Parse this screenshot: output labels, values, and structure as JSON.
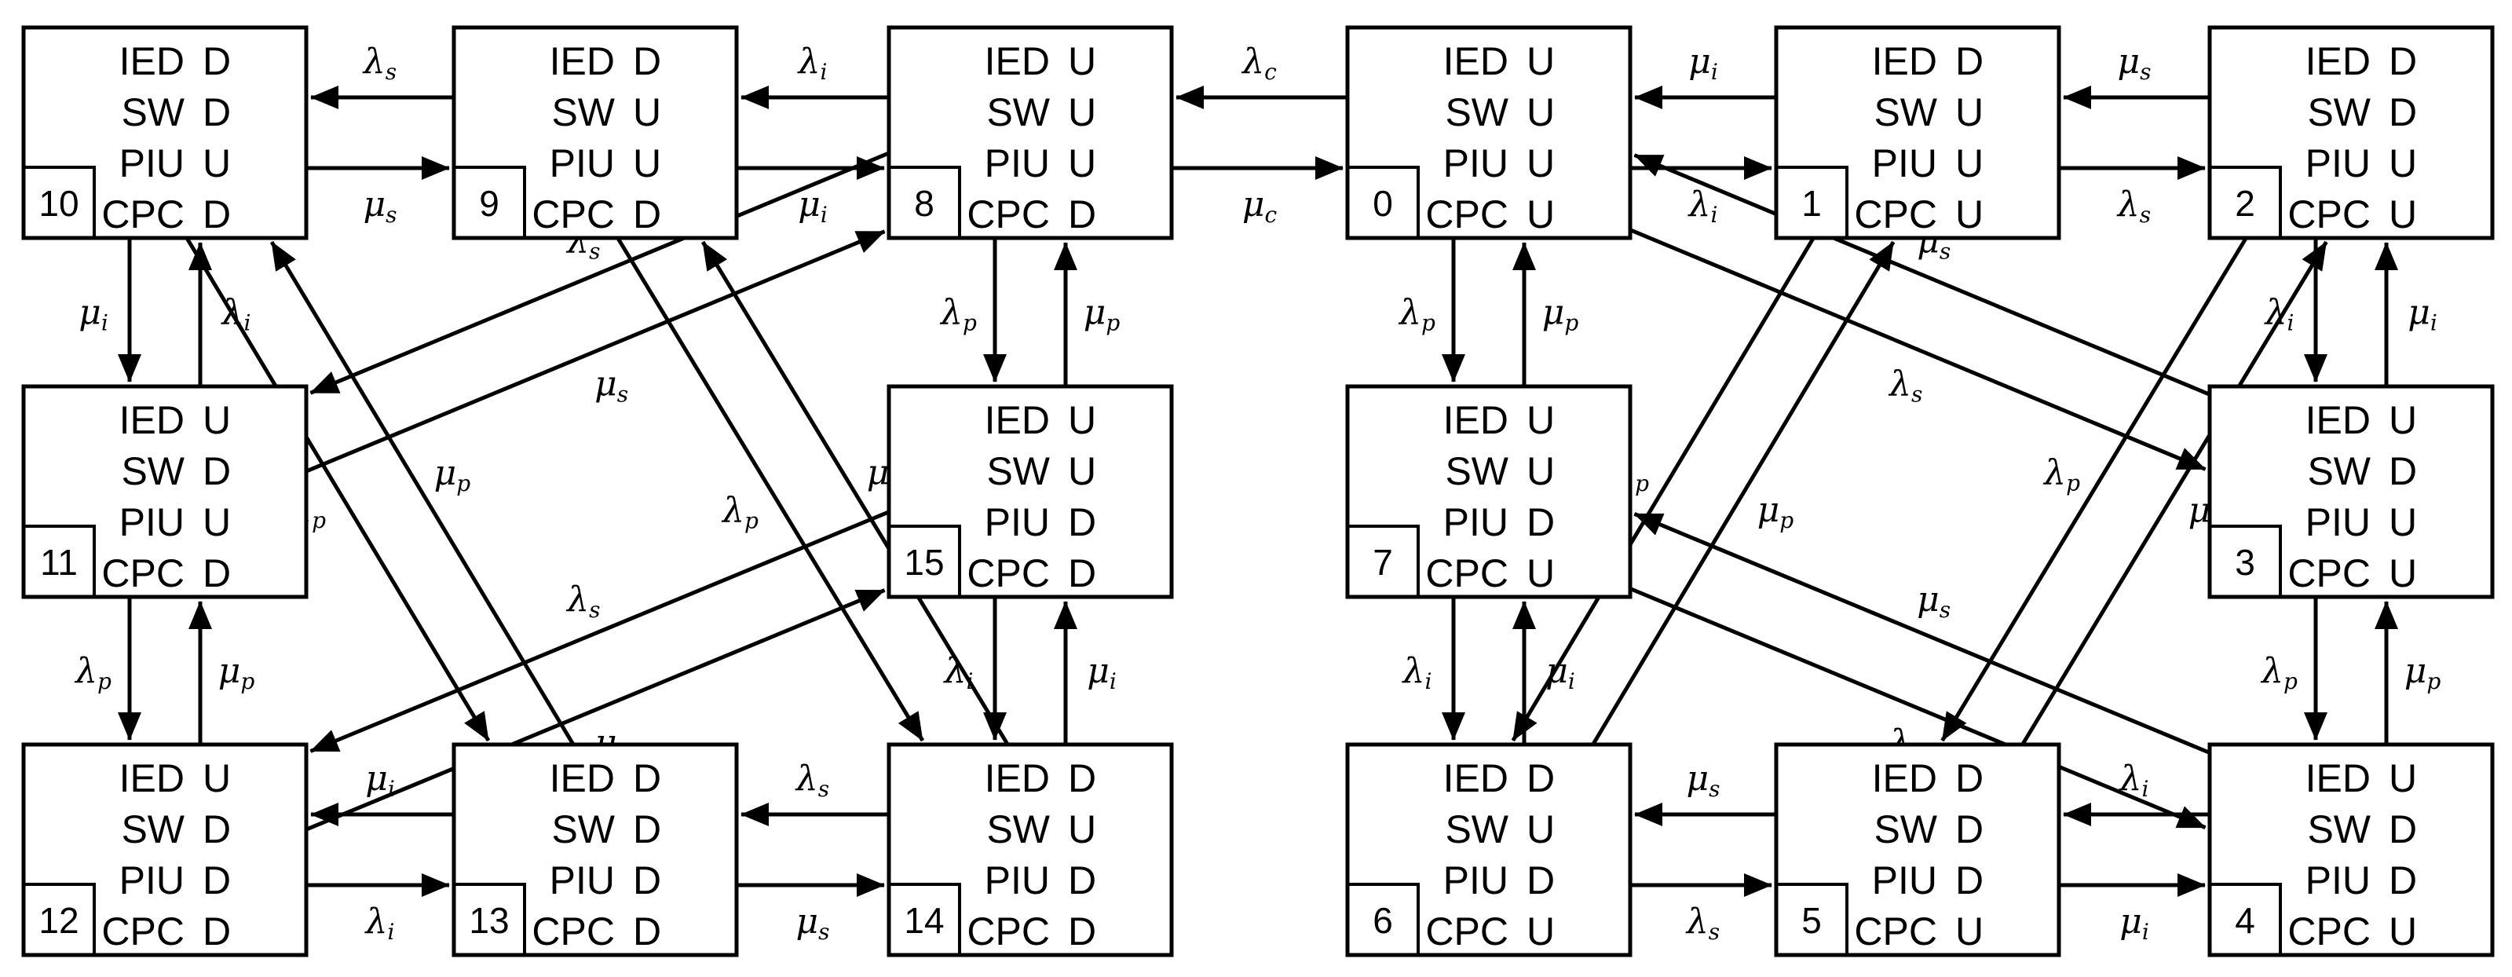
{
  "components": [
    "IED",
    "SW",
    "PIU",
    "CPC"
  ],
  "states": [
    {
      "id": "10",
      "status": [
        "D",
        "D",
        "U",
        "D"
      ]
    },
    {
      "id": "9",
      "status": [
        "D",
        "U",
        "U",
        "D"
      ]
    },
    {
      "id": "8",
      "status": [
        "U",
        "U",
        "U",
        "D"
      ]
    },
    {
      "id": "0",
      "status": [
        "U",
        "U",
        "U",
        "U"
      ]
    },
    {
      "id": "1",
      "status": [
        "D",
        "U",
        "U",
        "U"
      ]
    },
    {
      "id": "2",
      "status": [
        "D",
        "D",
        "U",
        "U"
      ]
    },
    {
      "id": "11",
      "status": [
        "U",
        "D",
        "U",
        "D"
      ]
    },
    {
      "id": "15",
      "status": [
        "U",
        "U",
        "D",
        "D"
      ]
    },
    {
      "id": "7",
      "status": [
        "U",
        "U",
        "D",
        "U"
      ]
    },
    {
      "id": "3",
      "status": [
        "U",
        "D",
        "U",
        "U"
      ]
    },
    {
      "id": "12",
      "status": [
        "U",
        "D",
        "D",
        "D"
      ]
    },
    {
      "id": "13",
      "status": [
        "D",
        "D",
        "D",
        "D"
      ]
    },
    {
      "id": "14",
      "status": [
        "D",
        "U",
        "D",
        "D"
      ]
    },
    {
      "id": "6",
      "status": [
        "D",
        "U",
        "D",
        "U"
      ]
    },
    {
      "id": "5",
      "status": [
        "D",
        "D",
        "D",
        "U"
      ]
    },
    {
      "id": "4",
      "status": [
        "U",
        "D",
        "D",
        "U"
      ]
    }
  ],
  "rates": {
    "lambda_s": "s",
    "mu_s": "s",
    "lambda_i": "i",
    "mu_i": "i",
    "lambda_p": "p",
    "mu_p": "p",
    "lambda_c": "c",
    "mu_c": "c"
  },
  "transitions": [
    {
      "from": "9",
      "to": "10",
      "label": "lambda_s"
    },
    {
      "from": "10",
      "to": "9",
      "label": "mu_s"
    },
    {
      "from": "8",
      "to": "9",
      "label": "lambda_i"
    },
    {
      "from": "9",
      "to": "8",
      "label": "mu_i"
    },
    {
      "from": "0",
      "to": "8",
      "label": "lambda_c"
    },
    {
      "from": "8",
      "to": "0",
      "label": "mu_c"
    },
    {
      "from": "0",
      "to": "1",
      "label": "lambda_i"
    },
    {
      "from": "1",
      "to": "0",
      "label": "mu_i"
    },
    {
      "from": "1",
      "to": "2",
      "label": "lambda_s"
    },
    {
      "from": "2",
      "to": "1",
      "label": "mu_s"
    },
    {
      "from": "11",
      "to": "10",
      "label": "lambda_i"
    },
    {
      "from": "10",
      "to": "11",
      "label": "mu_i"
    },
    {
      "from": "8",
      "to": "11",
      "label": "lambda_s"
    },
    {
      "from": "11",
      "to": "8",
      "label": "mu_s"
    },
    {
      "from": "8",
      "to": "15",
      "label": "lambda_p"
    },
    {
      "from": "15",
      "to": "8",
      "label": "mu_p"
    },
    {
      "from": "0",
      "to": "7",
      "label": "lambda_p"
    },
    {
      "from": "7",
      "to": "0",
      "label": "mu_p"
    },
    {
      "from": "0",
      "to": "3",
      "label": "lambda_s"
    },
    {
      "from": "3",
      "to": "0",
      "label": "mu_s"
    },
    {
      "from": "2",
      "to": "3",
      "label": "lambda_i"
    },
    {
      "from": "3",
      "to": "2",
      "label": "mu_i"
    },
    {
      "from": "11",
      "to": "12",
      "label": "lambda_p"
    },
    {
      "from": "12",
      "to": "11",
      "label": "mu_p"
    },
    {
      "from": "15",
      "to": "12",
      "label": "lambda_s"
    },
    {
      "from": "12",
      "to": "15",
      "label": "mu_s"
    },
    {
      "from": "15",
      "to": "14",
      "label": "lambda_i"
    },
    {
      "from": "14",
      "to": "15",
      "label": "mu_i"
    },
    {
      "from": "7",
      "to": "6",
      "label": "lambda_i"
    },
    {
      "from": "6",
      "to": "7",
      "label": "mu_i"
    },
    {
      "from": "7",
      "to": "4",
      "label": "lambda_s"
    },
    {
      "from": "4",
      "to": "7",
      "label": "mu_s"
    },
    {
      "from": "3",
      "to": "4",
      "label": "lambda_p"
    },
    {
      "from": "4",
      "to": "3",
      "label": "mu_p"
    },
    {
      "from": "12",
      "to": "13",
      "label": "lambda_i"
    },
    {
      "from": "13",
      "to": "12",
      "label": "mu_i"
    },
    {
      "from": "14",
      "to": "13",
      "label": "lambda_s"
    },
    {
      "from": "13",
      "to": "14",
      "label": "mu_s"
    },
    {
      "from": "6",
      "to": "5",
      "label": "lambda_s"
    },
    {
      "from": "5",
      "to": "6",
      "label": "mu_s"
    },
    {
      "from": "4",
      "to": "5",
      "label": "lambda_i"
    },
    {
      "from": "5",
      "to": "4",
      "label": "mu_i"
    },
    {
      "from": "10",
      "to": "13",
      "label": "lambda_p"
    },
    {
      "from": "13",
      "to": "10",
      "label": "mu_p"
    },
    {
      "from": "9",
      "to": "14",
      "label": "lambda_p"
    },
    {
      "from": "14",
      "to": "9",
      "label": "mu_p"
    },
    {
      "from": "1",
      "to": "6",
      "label": "lambda_p"
    },
    {
      "from": "6",
      "to": "1",
      "label": "mu_p"
    },
    {
      "from": "2",
      "to": "5",
      "label": "lambda_p"
    },
    {
      "from": "5",
      "to": "2",
      "label": "mu_p"
    }
  ]
}
